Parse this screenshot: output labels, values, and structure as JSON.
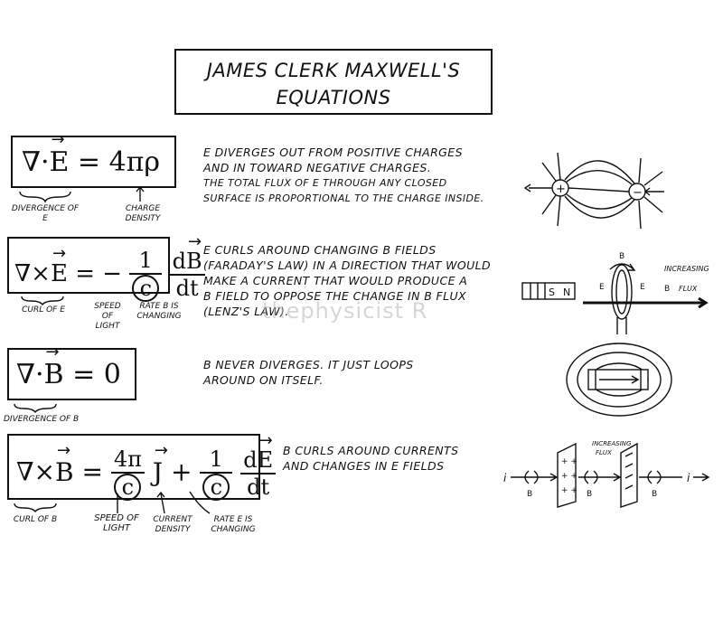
{
  "title": {
    "line1": "JAMES CLERK MAXWELL'S",
    "line2": "EQUATIONS"
  },
  "watermark": "thephysicist R",
  "equations": [
    {
      "id": "gauss",
      "labels": {
        "divergence": "DIVERGENCE OF E",
        "charge_density": "CHARGE DENSITY"
      },
      "description": [
        "E DIVERGES OUT FROM POSITIVE CHARGES",
        "AND IN TOWARD NEGATIVE CHARGES.",
        "THE TOTAL FLUX OF E THROUGH ANY CLOSED",
        "SURFACE IS PROPORTIONAL TO THE CHARGE INSIDE."
      ]
    },
    {
      "id": "faraday",
      "labels": {
        "curl": "CURL OF E",
        "speed": "SPEED OF LIGHT",
        "rate": "RATE B IS CHANGING"
      },
      "description": [
        "E CURLS AROUND CHANGING B FIELDS",
        "(FARADAY'S LAW) IN A DIRECTION THAT WOULD",
        "MAKE A CURRENT THAT WOULD PRODUCE A",
        "B FIELD TO OPPOSE THE CHANGE IN B FLUX",
        "(LENZ'S LAW)."
      ],
      "diagram": {
        "magnet_s": "S",
        "magnet_n": "N",
        "increasing": "INCREASING",
        "flux": "FLUX"
      }
    },
    {
      "id": "gauss-magnetism",
      "labels": {
        "divergence": "DIVERGENCE OF B"
      },
      "description": [
        "B NEVER DIVERGES. IT JUST LOOPS",
        "AROUND ON ITSELF."
      ]
    },
    {
      "id": "ampere",
      "labels": {
        "curl": "CURL OF B",
        "speed": "SPEED OF LIGHT",
        "current": "CURRENT DENSITY",
        "rate": "RATE E IS CHANGING"
      },
      "description": [
        "B CURLS AROUND CURRENTS",
        "AND CHANGES IN E FIELDS"
      ],
      "diagram": {
        "increasing": "INCREASING",
        "flux": "FLUX",
        "i": "i"
      }
    }
  ]
}
